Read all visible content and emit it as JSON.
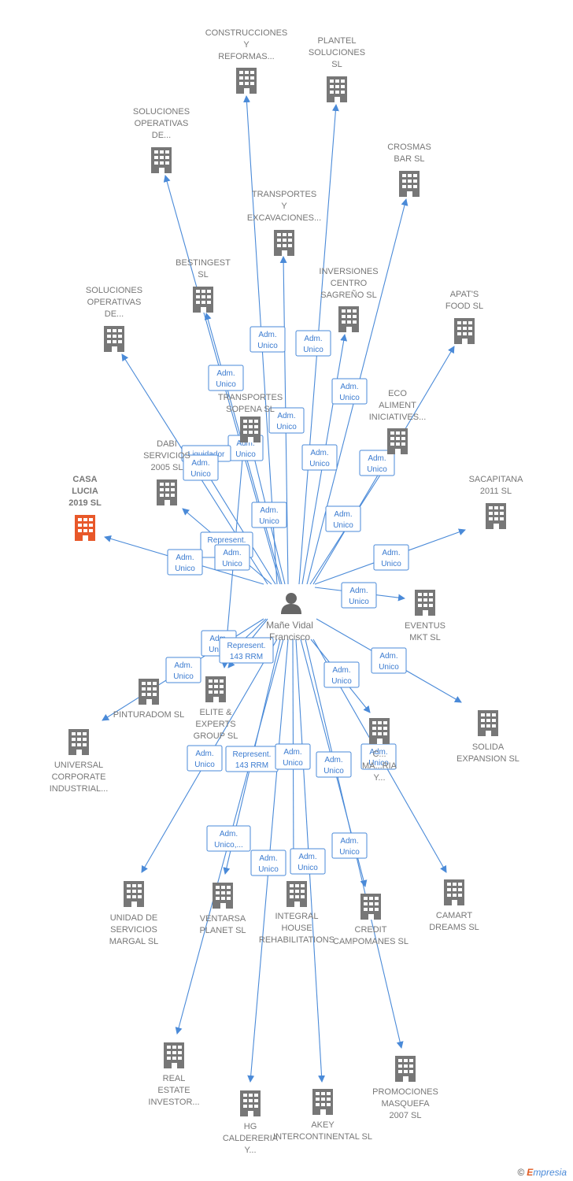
{
  "colors": {
    "edge": "#4a8ad8",
    "building": "#777777",
    "highlight": "#e8582a",
    "person": "#666666"
  },
  "person": {
    "name_line1": "Mañe Vidal",
    "name_line2": "Francisco",
    "icon": "person-icon"
  },
  "companies": [
    {
      "id": "construcciones",
      "lines": [
        "CONSTRUCCIONES",
        "Y",
        "REFORMAS..."
      ]
    },
    {
      "id": "plantel",
      "lines": [
        "PLANTEL",
        "SOLUCIONES",
        "SL"
      ]
    },
    {
      "id": "soluciones-op-1",
      "lines": [
        "SOLUCIONES",
        "OPERATIVAS",
        "DE..."
      ]
    },
    {
      "id": "crosmas",
      "lines": [
        "CROSMAS",
        "BAR SL"
      ]
    },
    {
      "id": "transportes-exc",
      "lines": [
        "TRANSPORTES",
        "Y",
        "EXCAVACIONES..."
      ]
    },
    {
      "id": "bestingest",
      "lines": [
        "BESTINGEST",
        "SL"
      ]
    },
    {
      "id": "inversiones",
      "lines": [
        "INVERSIONES",
        "CENTRO",
        "SAGREÑO  SL"
      ]
    },
    {
      "id": "soluciones-op-2",
      "lines": [
        "SOLUCIONES",
        "OPERATIVAS",
        "DE..."
      ]
    },
    {
      "id": "apats",
      "lines": [
        "APAT'S",
        "FOOD  SL"
      ]
    },
    {
      "id": "eco",
      "lines": [
        "ECO",
        "ALIMENT",
        "INICIATIVES..."
      ]
    },
    {
      "id": "transportes-sopena",
      "lines": [
        "TRANSPORTES",
        "SOPENA SL"
      ]
    },
    {
      "id": "dabi",
      "lines": [
        "DABI",
        "SERVICIOS",
        "2005 SL"
      ]
    },
    {
      "id": "casa-lucia",
      "lines": [
        "CASA",
        "LUCIA",
        "2019  SL"
      ],
      "highlight": true
    },
    {
      "id": "sacapitana",
      "lines": [
        "SACAPITANA",
        "2011 SL"
      ]
    },
    {
      "id": "eventus",
      "lines": [
        "EVENTUS",
        "MKT  SL"
      ]
    },
    {
      "id": "pinturadom",
      "lines": [
        "PINTURADOM SL"
      ]
    },
    {
      "id": "elite",
      "lines": [
        "ELITE &",
        "EXPERTS",
        "GROUP  SL"
      ]
    },
    {
      "id": "universal",
      "lines": [
        "UNIVERSAL",
        "CORPORATE",
        "INDUSTRIAL..."
      ]
    },
    {
      "id": "solida",
      "lines": [
        "SOLIDA",
        "EXPANSION  SL"
      ]
    },
    {
      "id": "comercial",
      "lines": [
        "C...",
        "MA...RIA",
        "Y..."
      ]
    },
    {
      "id": "unidad",
      "lines": [
        "UNIDAD DE",
        "SERVICIOS",
        "MARGAL SL"
      ]
    },
    {
      "id": "ventarsa",
      "lines": [
        "VENTARSA",
        "PLANET SL"
      ]
    },
    {
      "id": "integral",
      "lines": [
        "INTEGRAL",
        "HOUSE",
        "REHABILITATIONS"
      ]
    },
    {
      "id": "credit",
      "lines": [
        "CREDIT",
        "CAMPOMANES SL"
      ]
    },
    {
      "id": "camart",
      "lines": [
        "CAMART",
        "DREAMS SL"
      ]
    },
    {
      "id": "real-estate",
      "lines": [
        "REAL",
        "ESTATE",
        "INVESTOR..."
      ]
    },
    {
      "id": "hg",
      "lines": [
        "HG",
        "CALDERERIA",
        "Y..."
      ]
    },
    {
      "id": "akey",
      "lines": [
        "AKEY",
        "INTERCONTINENTAL SL"
      ]
    },
    {
      "id": "promociones",
      "lines": [
        "PROMOCIONES",
        "MASQUEFA",
        "2007 SL"
      ]
    }
  ],
  "relations": [
    {
      "id": "r-construcciones",
      "lines": [
        "Adm.",
        "Unico"
      ]
    },
    {
      "id": "r-plantel",
      "lines": [
        "Adm.",
        "Unico"
      ]
    },
    {
      "id": "r-soluciones1",
      "lines": [
        "Adm.",
        "Unico"
      ]
    },
    {
      "id": "r-crosmas",
      "lines": [
        "Adm.",
        "Unico"
      ]
    },
    {
      "id": "r-transexc",
      "lines": [
        "Adm.",
        "Unico"
      ]
    },
    {
      "id": "r-apats",
      "lines": [
        "Adm.",
        "Unico"
      ]
    },
    {
      "id": "r-sopena",
      "lines": [
        "Adm.",
        "Unico"
      ]
    },
    {
      "id": "r-inversiones",
      "lines": [
        "Adm.",
        "Unico"
      ]
    },
    {
      "id": "r-bestingest",
      "lines": [
        "Adm.",
        "Unico"
      ]
    },
    {
      "id": "r-liquidador",
      "lines": [
        "Liquidador"
      ]
    },
    {
      "id": "r-soluciones2",
      "lines": [
        "Adm.",
        "Unico"
      ]
    },
    {
      "id": "r-eco",
      "lines": [
        "Adm.",
        "Unico"
      ]
    },
    {
      "id": "r-dabi",
      "lines": [
        "Represent.",
        "1..."
      ]
    },
    {
      "id": "r-casa",
      "lines": [
        "Adm.",
        "Unico"
      ]
    },
    {
      "id": "r-dabi2",
      "lines": [
        "Adm.",
        "Unico"
      ]
    },
    {
      "id": "r-sacapitana",
      "lines": [
        "Adm.",
        "Unico"
      ]
    },
    {
      "id": "r-eventus",
      "lines": [
        "Adm.",
        "Unico"
      ]
    },
    {
      "id": "r-elite-a",
      "lines": [
        "Adm.",
        "Unico"
      ]
    },
    {
      "id": "r-elite-rep",
      "lines": [
        "Represent.",
        "143 RRM"
      ]
    },
    {
      "id": "r-pinturadom",
      "lines": [
        "Adm.",
        "Unico"
      ]
    },
    {
      "id": "r-solida",
      "lines": [
        "Adm.",
        "Unico"
      ]
    },
    {
      "id": "r-comercial-a",
      "lines": [
        "Adm.",
        "Unico"
      ]
    },
    {
      "id": "r-unidad",
      "lines": [
        "Adm.",
        "Unico"
      ]
    },
    {
      "id": "r-ventarsa-rep",
      "lines": [
        "Represent.",
        "143 RRM"
      ]
    },
    {
      "id": "r-integral",
      "lines": [
        "Adm.",
        "Unico"
      ]
    },
    {
      "id": "r-credit-a",
      "lines": [
        "Adm.",
        "Unico"
      ]
    },
    {
      "id": "r-camart",
      "lines": [
        "Adm.",
        "Unico"
      ]
    },
    {
      "id": "r-ventarsa",
      "lines": [
        "Adm.",
        "Unico,..."
      ]
    },
    {
      "id": "r-hg",
      "lines": [
        "Adm.",
        "Unico"
      ]
    },
    {
      "id": "r-akey",
      "lines": [
        "Adm.",
        "Unico"
      ]
    },
    {
      "id": "r-promociones",
      "lines": [
        "Adm.",
        "Unico"
      ]
    }
  ],
  "brand": {
    "copyright": "©",
    "e": "E",
    "rest": "mpresia"
  }
}
